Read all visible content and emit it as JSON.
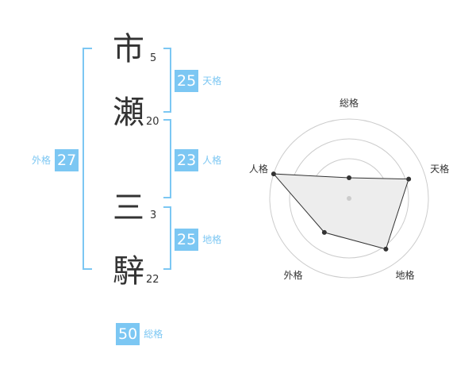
{
  "name": {
    "chars": [
      {
        "char": "市",
        "strokes": "5"
      },
      {
        "char": "瀬",
        "strokes": "20"
      },
      {
        "char": "三",
        "strokes": "3"
      },
      {
        "char": "騂",
        "strokes": "22"
      }
    ]
  },
  "kaku": {
    "tenkaku": {
      "value": "25",
      "label": "天格"
    },
    "jinkaku": {
      "value": "23",
      "label": "人格"
    },
    "chikaku": {
      "value": "25",
      "label": "地格"
    },
    "gaikaku": {
      "value": "27",
      "label": "外格"
    },
    "soukaku": {
      "value": "50",
      "label": "総格"
    }
  },
  "chart_data": {
    "type": "radar",
    "axes": [
      "総格",
      "天格",
      "地格",
      "外格",
      "人格"
    ],
    "values": [
      0.26,
      0.79,
      0.79,
      0.53,
      1.0
    ],
    "range": [
      0,
      1
    ],
    "rings": 4,
    "colors": {
      "fill": "#ededed",
      "line": "#333333",
      "ring": "#cccccc"
    }
  }
}
